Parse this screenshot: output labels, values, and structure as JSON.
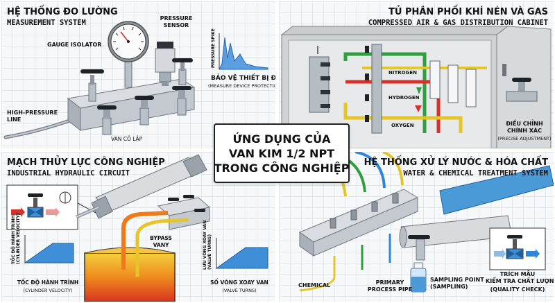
{
  "center_title": {
    "line1": "ỨNG DỤNG CỦA",
    "line2": "VAN KIM 1/2 NPT",
    "line3": "TRONG CÔNG NGHIỆP"
  },
  "measurement": {
    "title_vi": "HỆ THỐNG ĐO LƯỜNG",
    "title_en": "MEASUREMENT SYSTEM",
    "gauge_isolator": "GAUGE ISOLATOR",
    "pressure_sensor_line1": "PRESSURE",
    "pressure_sensor_line2": "SENSOR",
    "high_pressure_line1": "HIGH-PRESSURE",
    "high_pressure_line2": "LINE",
    "isolation_valve": "VAN CÔ LẬP",
    "spike_axis": "PRESSURE SPIKE",
    "protect_vi": "BẢO VỆ THIẾT BỊ ĐO",
    "protect_en": "(MEASURE DEVICE PROTECTION)"
  },
  "cabinet": {
    "title_vi": "TỦ PHÂN PHỐI KHÍ NÉN VÀ GAS",
    "title_en": "COMPRESSED AIR & GAS DISTRIBUTION CABINET",
    "nitrogen": "NITROGEN",
    "hydrogen": "HYDROGEN",
    "oxygen": "OXYGEN",
    "adjust_vi_line1": "ĐIỀU CHỈNH",
    "adjust_vi_line2": "CHÍNH XÁC",
    "adjust_en": "(PRECISE ADJUSTMENT)"
  },
  "hydraulic": {
    "title_vi": "MẠCH THỦY LỰC CÔNG NGHIỆP",
    "title_en": "INDUSTRIAL HYDRAULIC CIRCUIT",
    "bypass_line1": "BYPASS",
    "bypass_line2": "VANY",
    "velocity_axis_line1": "TỐC ĐỘ HÀNH TRÌNH",
    "velocity_axis_line2": "(CYLINDER VELOCITY)",
    "velocity_vi": "TỐC ĐỘ HÀNH TRÌNH",
    "velocity_en": "(CYLINDER VELOCITY)",
    "flow_axis_line1": "LƯU VÒNG XOAY VAN",
    "flow_axis_line2": "(VALVE TURNS)",
    "turns_vi": "SỐ VÒNG XOAY VAN",
    "turns_en": "(VALVE TURNS)"
  },
  "water": {
    "title_vi": "HỆ THỐNG XỬ LÝ NƯỚC & HÓA CHẤT",
    "title_en": "WATER & CHEMICAL TREATMENT SYSTEM",
    "chemical": "CHEMICAL",
    "primary_line1": "PRIMARY",
    "primary_line2": "PROCESS PIPE",
    "sampling_line1": "SAMPLING POINT",
    "sampling_line2": "(SAMPLING)",
    "sample_vi_line1": "TRÍCH MẪU",
    "sample_vi_line2": "KIỂM TRA CHẤT LƯỢNG",
    "sample_en": "(QUALITY CHECK)"
  },
  "colors": {
    "nitrogen": "#2e9e3e",
    "hydrogen": "#d6322c",
    "oxygen": "#e3c62a",
    "flow_blue": "#2f86d6",
    "hot_oil": "#e8641c"
  }
}
